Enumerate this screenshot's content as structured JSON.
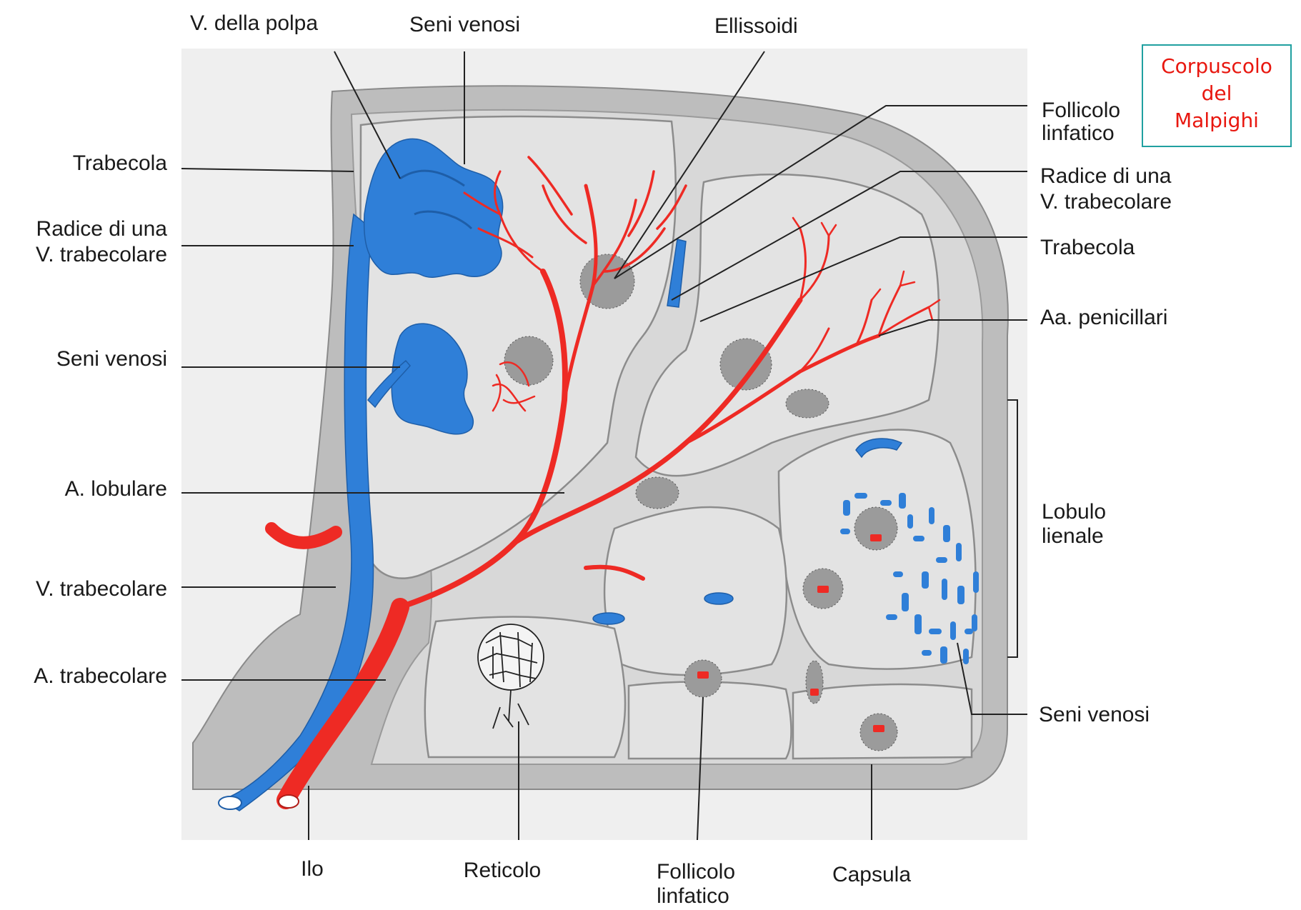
{
  "labels": {
    "top": [
      "V. della polpa",
      "Seni venosi",
      "Ellissoidi"
    ],
    "left": {
      "trabecola": "Trabecola",
      "radice_1": "Radice di una",
      "radice_2": "V. trabecolare",
      "seni_venosi": "Seni venosi",
      "a_lobulare": "A. lobulare",
      "v_trabecolare": "V. trabecolare",
      "a_trabecolare": "A. trabecolare"
    },
    "right": {
      "follicolo_1": "Follicolo",
      "follicolo_2": "linfatico",
      "radice_1": "Radice di una",
      "radice_2": "V. trabecolare",
      "trabecola": "Trabecola",
      "aa_penicillari": "Aa. penicillari",
      "lobulo_1": "Lobulo",
      "lobulo_2": "lienale",
      "seni_venosi": "Seni venosi"
    },
    "bottom": {
      "ilo": "Ilo",
      "reticolo": "Reticolo",
      "follicolo_1": "Follicolo",
      "follicolo_2": "linfatico",
      "capsula": "Capsula"
    }
  },
  "callout": {
    "line1": "Corpuscolo",
    "line2": "del",
    "line3": "Malpighi"
  },
  "colors": {
    "artery": "#ee2a24",
    "vein": "#2f7fd8",
    "tissue": "#d9d9d9",
    "capsule": "#b4b4b4",
    "callout_text": "#e8170f",
    "callout_border": "#20a0a0"
  }
}
